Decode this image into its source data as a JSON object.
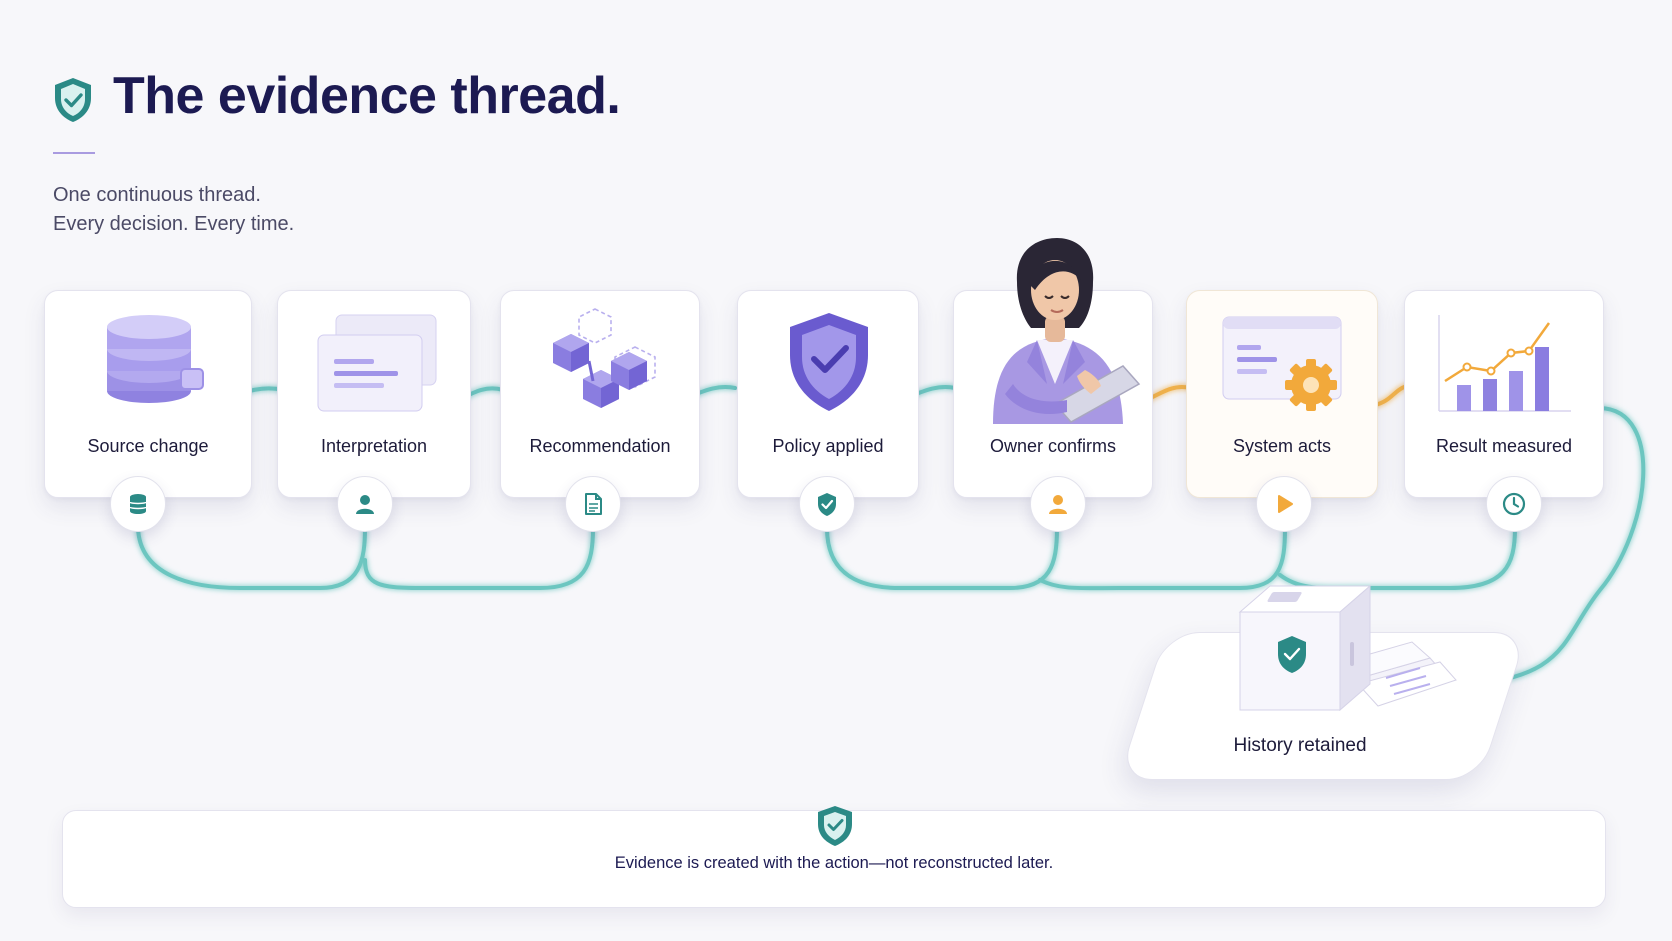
{
  "header": {
    "title": "The evidence thread.",
    "subtitle_lines": [
      "One continuous thread.",
      "Every decision. Every time."
    ]
  },
  "steps": [
    {
      "label": "Source change",
      "illustration": "database-icon",
      "badge_icon": "database-icon"
    },
    {
      "label": "Interpretation",
      "illustration": "document-layers-icon",
      "badge_icon": "user-icon"
    },
    {
      "label": "Recommendation",
      "illustration": "cubes-icon",
      "badge_icon": "document-icon"
    },
    {
      "label": "Policy applied",
      "illustration": "shield-check-icon",
      "badge_icon": "shield-check-icon"
    },
    {
      "label": "Owner confirms",
      "illustration": "person-with-tablet-icon",
      "badge_icon": "user-icon"
    },
    {
      "label": "System acts",
      "illustration": "window-gear-icon",
      "badge_icon": "play-icon"
    },
    {
      "label": "Result measured",
      "illustration": "bar-chart-icon",
      "badge_icon": "clock-icon"
    }
  ],
  "vault": {
    "label": "History retained",
    "illustration": "vault-safe-icon"
  },
  "footer": {
    "text": "Evidence is created with the action—not reconstructed later.",
    "icon": "shield-check-icon"
  },
  "colors": {
    "navy": "#1c1a52",
    "purple": "#7a6bd6",
    "lavender": "#b7acef",
    "teal": "#5bbfba",
    "teal_dark": "#2b8a86",
    "orange": "#f2a93b",
    "grey_text": "#4b4a66"
  }
}
